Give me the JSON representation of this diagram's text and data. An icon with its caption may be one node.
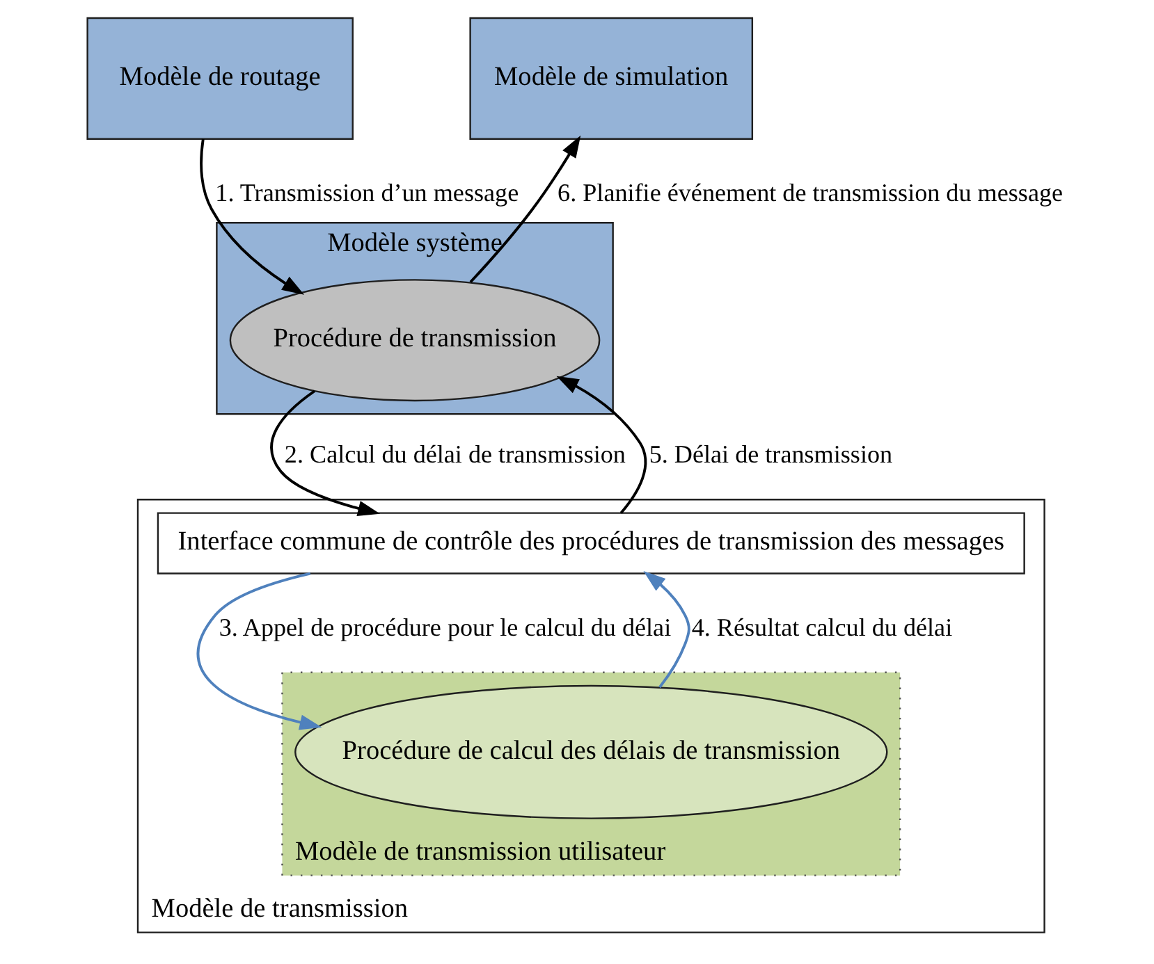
{
  "diagram": {
    "nodes": [
      {
        "text": [
          "Modèle de routage"
        ]
      },
      {
        "text": [
          "Modèle de simulation"
        ]
      },
      {
        "text": [
          "Modèle système"
        ]
      },
      {
        "text": [
          "Procédure de transmission"
        ],
        "in": 2
      },
      {
        "text": [
          "Modèle de transmission"
        ]
      },
      {
        "text": [
          "Interface commune de contrôle des procédures de transmission des messages"
        ],
        "in": 4
      },
      {
        "text": [
          "Modèle de transmission utilisateur"
        ],
        "in": 4
      },
      {
        "text": [
          "Procédure de calcul des délais de transmission"
        ],
        "in": 6
      }
    ],
    "edges": [
      {
        "from": 0,
        "to": 3,
        "arrow": "to",
        "label": "1. Transmission d’un message"
      },
      {
        "from": 3,
        "to": 5,
        "arrow": "to",
        "label": "2. Calcul du délai de transmission"
      },
      {
        "from": 5,
        "to": 7,
        "arrow": "to",
        "label": "3. Appel de procédure pour le calcul du délai",
        "color": "#4f81bd"
      },
      {
        "from": 7,
        "to": 5,
        "arrow": "to",
        "label": "4. Résultat calcul du délai",
        "color": "#4f81bd"
      },
      {
        "from": 5,
        "to": 3,
        "arrow": "to",
        "label": "5. Délai de transmission"
      },
      {
        "from": 3,
        "to": 1,
        "arrow": "to",
        "label": "6. Planifie événement de transmission du message"
      }
    ]
  }
}
